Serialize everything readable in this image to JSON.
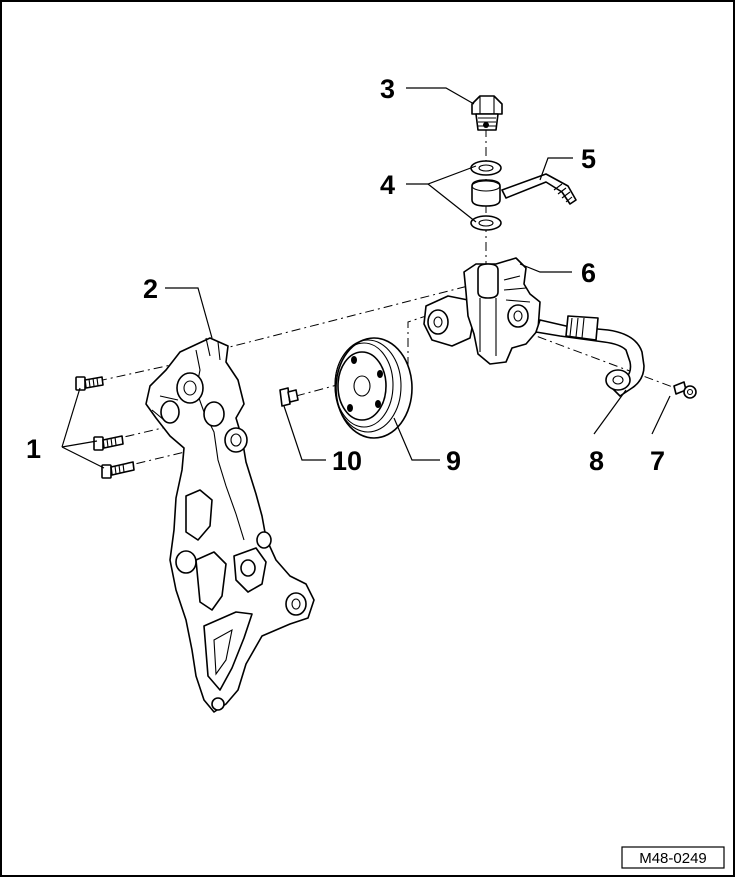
{
  "callouts": [
    {
      "id": "1",
      "label": "1"
    },
    {
      "id": "2",
      "label": "2"
    },
    {
      "id": "3",
      "label": "3"
    },
    {
      "id": "4",
      "label": "4"
    },
    {
      "id": "5",
      "label": "5"
    },
    {
      "id": "6",
      "label": "6"
    },
    {
      "id": "7",
      "label": "7"
    },
    {
      "id": "8",
      "label": "8"
    },
    {
      "id": "9",
      "label": "9"
    },
    {
      "id": "10",
      "label": "10"
    }
  ],
  "figure_ref": "M48-0249"
}
